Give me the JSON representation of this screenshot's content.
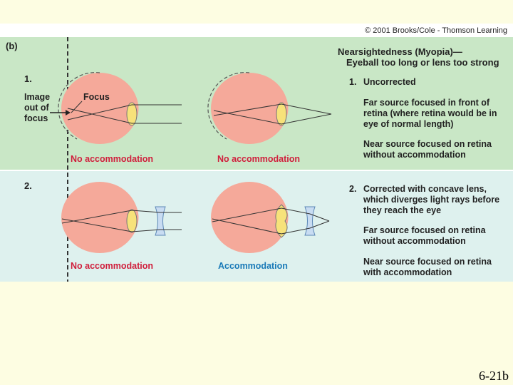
{
  "figure": {
    "copyright": "© 2001 Brooks/Cole - Thomson Learning",
    "panel_label": "(b)",
    "title_line1": "Nearsightedness (Myopia)—",
    "title_line2": "Eyeball too long or lens too strong",
    "row1": {
      "number": "1.",
      "image_label": "Image\nout of\nfocus",
      "focus_label": "Focus",
      "left_caption": "No accommodation",
      "right_caption": "No accommodation",
      "heading_number": "1.",
      "heading": "Uncorrected",
      "desc1": "Far source focused in front of\nretina (where retina would be in\neye of normal length)",
      "desc2": "Near source focused on retina\nwithout accommodation"
    },
    "row2": {
      "number": "2.",
      "left_caption": "No accommodation",
      "right_caption": "Accommodation",
      "heading_number": "2.",
      "heading": "Corrected with concave lens,\nwhich diverges light rays before\nthey reach the eye",
      "desc1": "Far source focused on retina\nwithout accommodation",
      "desc2": "Near source focused on retina\nwith accommodation"
    }
  },
  "slide_number": "6-21b",
  "colors": {
    "slide_background": "#fdfde2",
    "row1_background": "#c9e7c6",
    "row2_background": "#def1ee",
    "eyeball": "#f5a99a",
    "lens": "#f7e27a",
    "concave_lens": "#c8dcf2",
    "caption_red": "#d01f3c",
    "caption_blue": "#1a7ab8"
  }
}
